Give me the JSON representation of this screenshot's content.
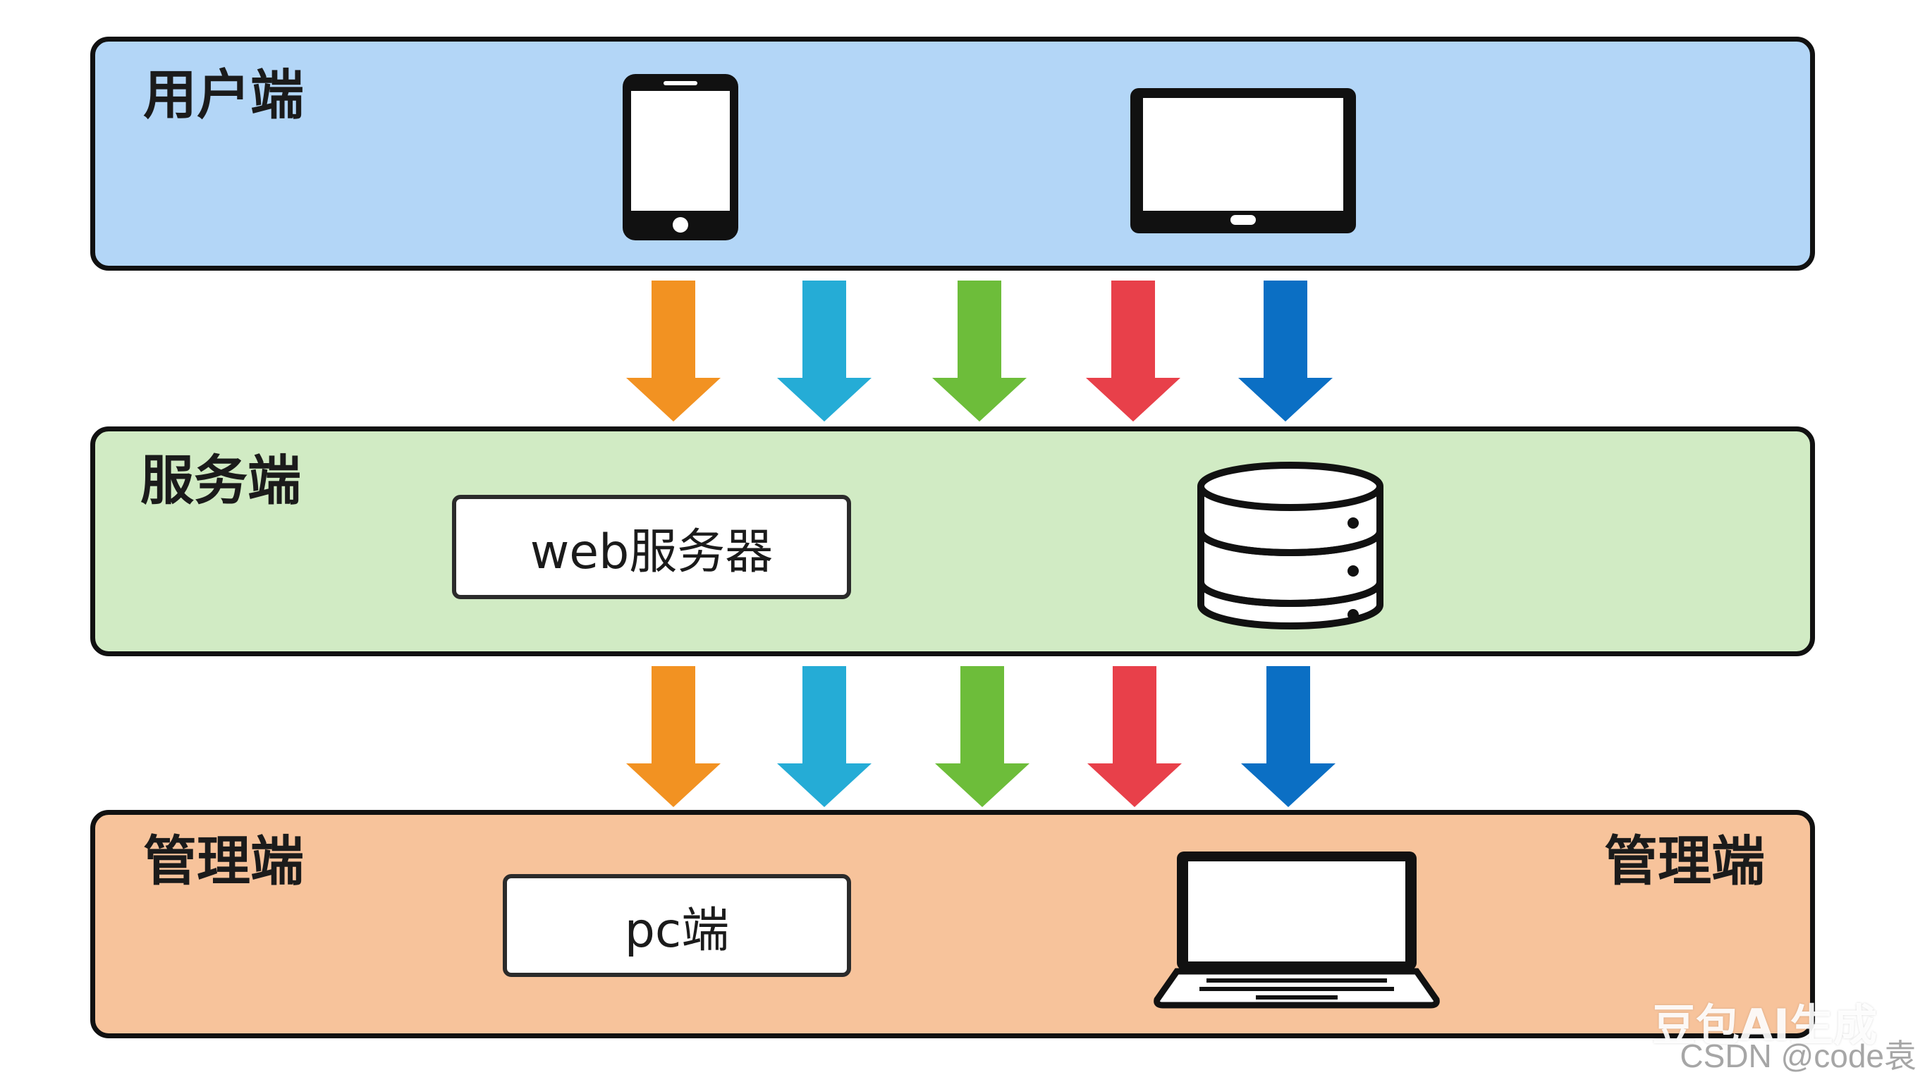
{
  "tiers": {
    "user": {
      "title": "用户端"
    },
    "server": {
      "title": "服务端",
      "web_server_label": "web服务器"
    },
    "admin": {
      "title": "管理端",
      "pc_label": "pc端",
      "title_right": "管理端"
    }
  },
  "arrow_colors": [
    "#f29222",
    "#25acd6",
    "#6dbd3a",
    "#e8404a",
    "#0b6fc4"
  ],
  "icons": {
    "user": [
      "smartphone-icon",
      "tablet-icon"
    ],
    "server": [
      "database-icon"
    ],
    "admin": [
      "laptop-icon"
    ]
  },
  "watermark": "豆包AI生成",
  "credit": "CSDN @code袁"
}
